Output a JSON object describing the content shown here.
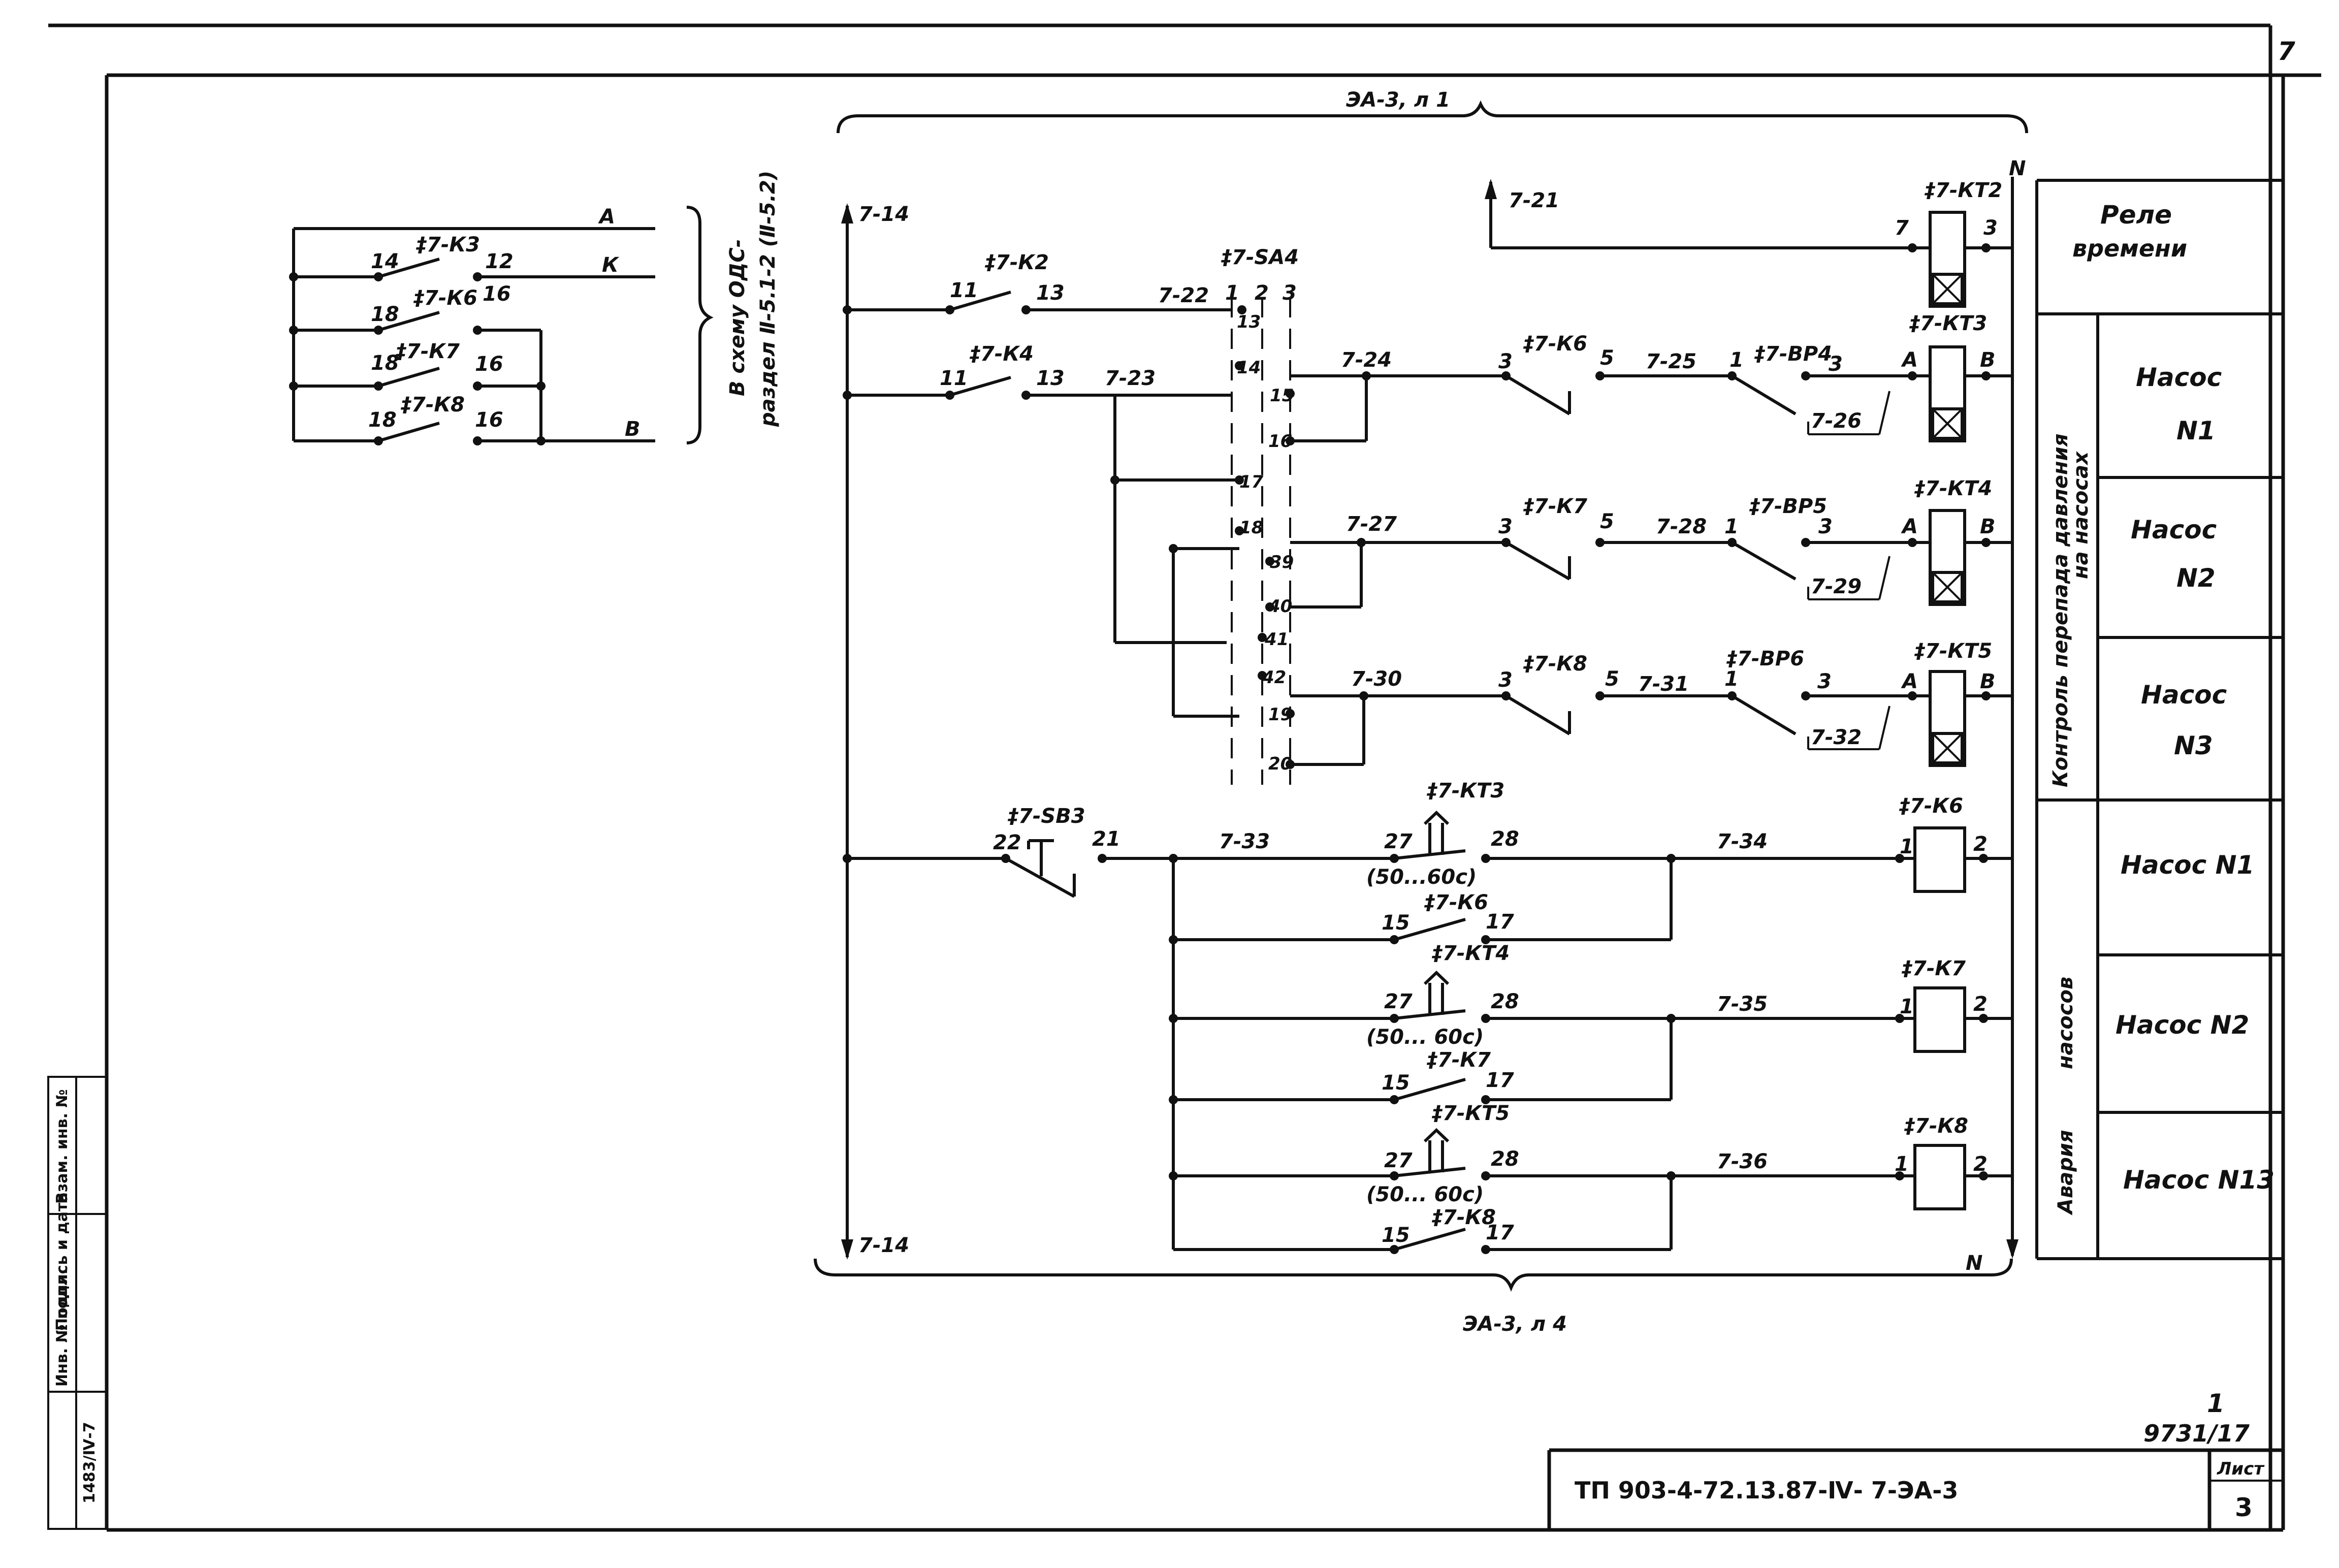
{
  "sheet": {
    "corner_number": "7",
    "code": "ТП 903-4-72.13.87-Ⅳ- 7-ЭА-3",
    "sheet_label": "Лист",
    "sheet_number": "3",
    "archive_number": "9731/17",
    "archive_digit": "1"
  },
  "stamp_fields": {
    "inv_orig": "Инв. № подл.",
    "inv_orig_value": "1483/Ⅳ-7",
    "sign_date": "Подпись и дата",
    "inv_repl": "Взам. инв. №"
  },
  "braces": {
    "top": "ЭА-3, л 1",
    "bottom": "ЭА-3, л 4",
    "ods_line1": "В схему ОДС-",
    "ods_line2": "раздел Ⅱ-5.1-2 (Ⅱ-5.2)"
  },
  "left_circuit": {
    "bus_a": "А",
    "bus_k": "К",
    "bus_b": "В",
    "contacts": [
      {
        "ref": "‡7-К3",
        "left": "14",
        "right": "12"
      },
      {
        "ref": "‡7-К6",
        "left": "18",
        "right": "16"
      },
      {
        "ref": "‡7-К7",
        "left": "18",
        "right": "16"
      },
      {
        "ref": "‡7-К8",
        "left": "18",
        "right": "16"
      }
    ]
  },
  "main": {
    "rail_top": "7-14",
    "rail_bottom": "7-14",
    "n_top": "N",
    "n_bottom": "N",
    "rail_721": "7-21",
    "k2": {
      "ref": "‡7-К2",
      "a": "11",
      "b": "13"
    },
    "k4": {
      "ref": "‡7-К4",
      "a": "11",
      "b": "13"
    },
    "w722": "7-22",
    "w723": "7-23",
    "sa4": {
      "ref": "‡7-SA4",
      "c1": "1",
      "c2": "2",
      "c3": "3"
    },
    "sa_terms": [
      "13",
      "14",
      "15",
      "16",
      "17",
      "18",
      "39",
      "40",
      "41",
      "42",
      "19",
      "20"
    ],
    "kt2": {
      "ref": "‡7-КТ2",
      "a": "7",
      "b": "3"
    },
    "rows": [
      {
        "w1": "7-24",
        "kref": "‡7-К6",
        "k3": "3",
        "k5": "5",
        "w2": "7-25",
        "bref": "‡7-ВР4",
        "b1": "1",
        "b3": "3",
        "w3": "7-26",
        "ktref": "‡7-КТ3",
        "ka": "А",
        "kb": "В"
      },
      {
        "w1": "7-27",
        "kref": "‡7-К7",
        "k3": "3",
        "k5": "5",
        "w2": "7-28",
        "bref": "‡7-ВР5",
        "b1": "1",
        "b3": "3",
        "w3": "7-29",
        "ktref": "‡7-КТ4",
        "ka": "А",
        "kb": "В"
      },
      {
        "w1": "7-30",
        "kref": "‡7-К8",
        "k3": "3",
        "k5": "5",
        "w2": "7-31",
        "bref": "‡7-ВР6",
        "b1": "1",
        "b3": "3",
        "w3": "7-32",
        "ktref": "‡7-КТ5",
        "ka": "А",
        "kb": "В"
      }
    ],
    "sb3": {
      "ref": "‡7-SB3",
      "a": "22",
      "b": "21"
    },
    "w733": "7-33",
    "alarms": [
      {
        "ktref": "‡7-КТ3",
        "t27": "27",
        "t28": "28",
        "delay": "(50...60с)",
        "kref": "‡7-К6",
        "h15": "15",
        "h17": "17",
        "wire": "7-34",
        "coil": "‡7-К6",
        "c1": "1",
        "c2": "2"
      },
      {
        "ktref": "‡7-КТ4",
        "t27": "27",
        "t28": "28",
        "delay": "(50... 60с)",
        "kref": "‡7-К7",
        "h15": "15",
        "h17": "17",
        "wire": "7-35",
        "coil": "‡7-К7",
        "c1": "1",
        "c2": "2"
      },
      {
        "ktref": "‡7-КТ5",
        "t27": "27",
        "t28": "28",
        "delay": "(50... 60с)",
        "kref": "‡7-К8",
        "h15": "15",
        "h17": "17",
        "wire": "7-36",
        "coil": "‡7-К8",
        "c1": "1",
        "c2": "2"
      }
    ]
  },
  "side_table": {
    "relay_line1": "Реле",
    "relay_line2": "времени",
    "group1_line1": "Контроль перепада давления",
    "group1_line2": "на насосах",
    "group2_line1": "Авария",
    "group2_line2": "насосов",
    "p1_line1": "Насос",
    "p1_line2": "N1",
    "p2_line1": "Насос",
    "p2_line2": "N2",
    "p3_line1": "Насос",
    "p3_line2": "N3",
    "a1": "Насос N1",
    "a2": "Насос N2",
    "a3": "Насос N13"
  }
}
